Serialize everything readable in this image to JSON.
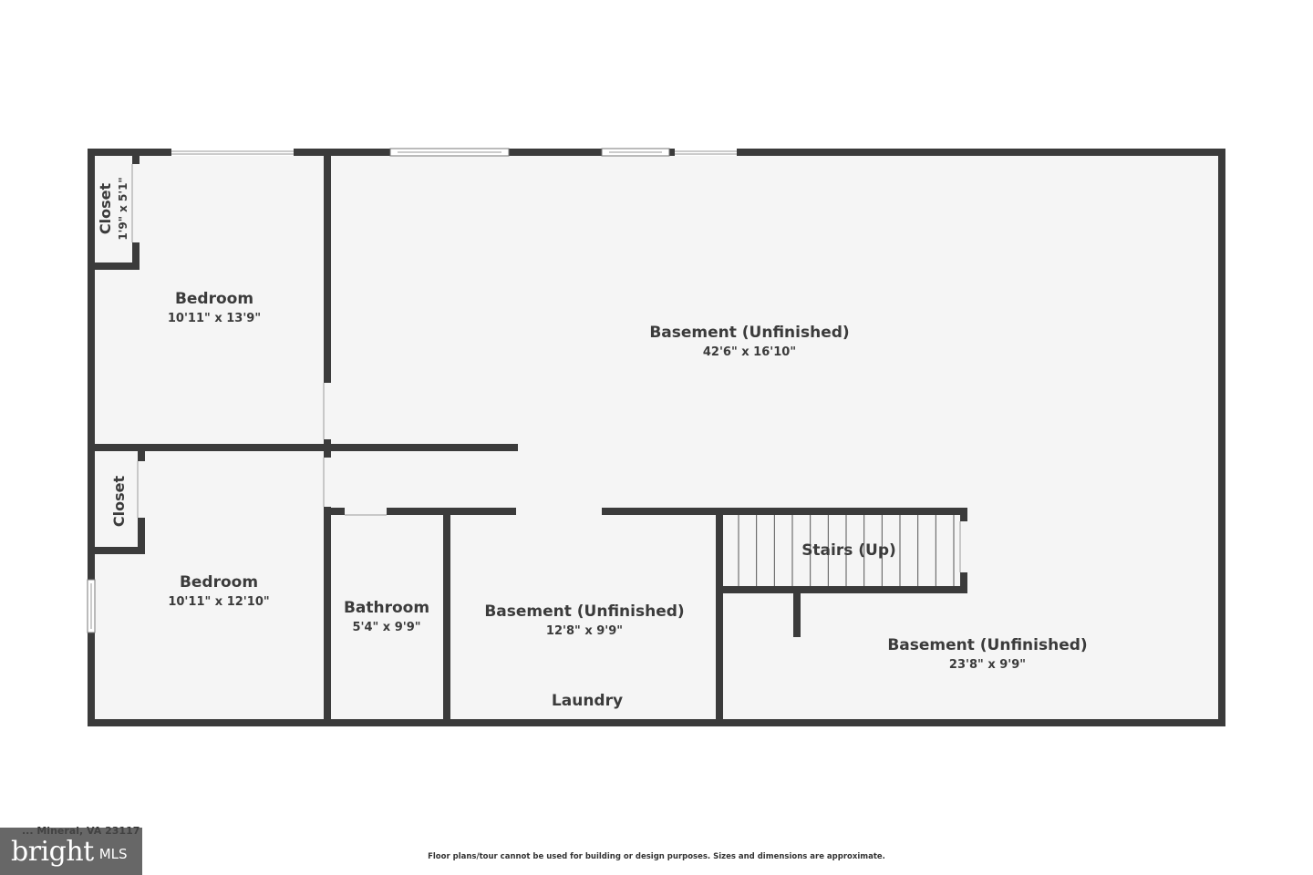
{
  "rooms": [
    {
      "name": "Bedroom",
      "dims": "10'11\" x 13'9\""
    },
    {
      "name": "Bedroom",
      "dims": "10'11\" x 12'10\""
    },
    {
      "name": "Basement (Unfinished)",
      "dims": "42'6\" x 16'10\""
    },
    {
      "name": "Bathroom",
      "dims": "5'4\" x 9'9\""
    },
    {
      "name": "Basement (Unfinished)",
      "dims": "12'8\" x 9'9\""
    },
    {
      "name": "Basement (Unfinished)",
      "dims": "23'8\" x 9'9\""
    },
    {
      "name": "Stairs (Up)",
      "dims": ""
    }
  ],
  "closets": [
    {
      "name": "Closet",
      "dims": "1'9\" x 5'1\""
    },
    {
      "name": "Closet",
      "dims": ""
    }
  ],
  "laundry_label": "Laundry",
  "address": "... Mineral, VA 23117",
  "disclaimer": "Floor plans/tour cannot be used for building or design purposes. Sizes and dimensions are approximate.",
  "logo": {
    "word": "bright",
    "suffix": "MLS"
  },
  "colors": {
    "wall": "#3b3b3b",
    "floor": "#f5f5f5",
    "background": "#ffffff"
  }
}
